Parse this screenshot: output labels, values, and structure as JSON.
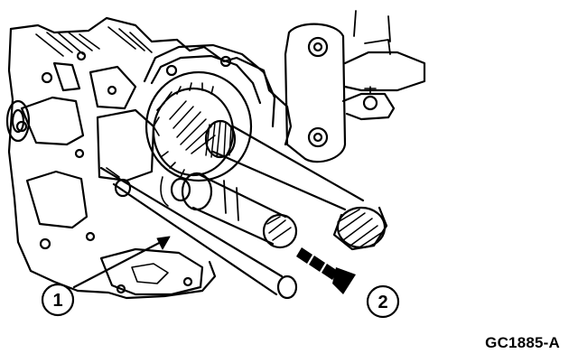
{
  "callouts": [
    {
      "id": "1",
      "label": "1"
    },
    {
      "id": "2",
      "label": "2"
    }
  ],
  "figure_code": "GC1885-A",
  "colors": {
    "ink": "#000000",
    "paper": "#ffffff"
  }
}
